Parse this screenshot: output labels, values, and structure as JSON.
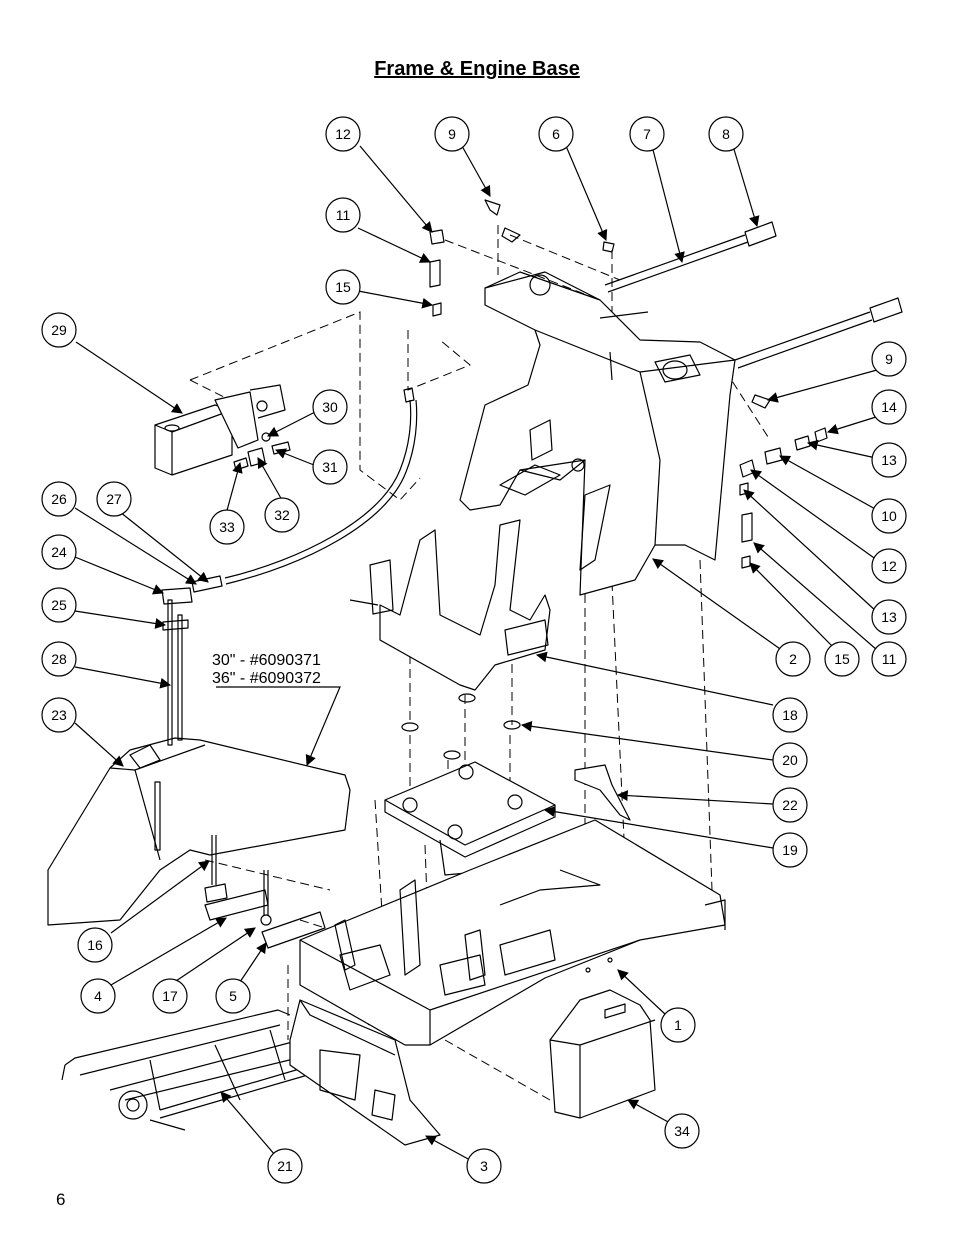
{
  "title": "Frame & Engine Base",
  "page_number": "6",
  "size_note": {
    "line1": "30\" - #6090371",
    "line2": "36\" - #6090372"
  },
  "callouts": [
    {
      "id": "c12a",
      "label": "12"
    },
    {
      "id": "c9a",
      "label": "9"
    },
    {
      "id": "c6",
      "label": "6"
    },
    {
      "id": "c7",
      "label": "7"
    },
    {
      "id": "c8",
      "label": "8"
    },
    {
      "id": "c11a",
      "label": "11"
    },
    {
      "id": "c15a",
      "label": "15"
    },
    {
      "id": "c29",
      "label": "29"
    },
    {
      "id": "c30",
      "label": "30"
    },
    {
      "id": "c31",
      "label": "31"
    },
    {
      "id": "c9b",
      "label": "9"
    },
    {
      "id": "c14",
      "label": "14"
    },
    {
      "id": "c13a",
      "label": "13"
    },
    {
      "id": "c10",
      "label": "10"
    },
    {
      "id": "c26",
      "label": "26"
    },
    {
      "id": "c27",
      "label": "27"
    },
    {
      "id": "c33",
      "label": "33"
    },
    {
      "id": "c32",
      "label": "32"
    },
    {
      "id": "c12b",
      "label": "12"
    },
    {
      "id": "c13b",
      "label": "13"
    },
    {
      "id": "c24",
      "label": "24"
    },
    {
      "id": "c25",
      "label": "25"
    },
    {
      "id": "c28",
      "label": "28"
    },
    {
      "id": "c2",
      "label": "2"
    },
    {
      "id": "c15b",
      "label": "15"
    },
    {
      "id": "c11b",
      "label": "11"
    },
    {
      "id": "c18",
      "label": "18"
    },
    {
      "id": "c23",
      "label": "23"
    },
    {
      "id": "c20",
      "label": "20"
    },
    {
      "id": "c22",
      "label": "22"
    },
    {
      "id": "c19",
      "label": "19"
    },
    {
      "id": "c16",
      "label": "16"
    },
    {
      "id": "c4",
      "label": "4"
    },
    {
      "id": "c17",
      "label": "17"
    },
    {
      "id": "c5",
      "label": "5"
    },
    {
      "id": "c1",
      "label": "1"
    },
    {
      "id": "c34",
      "label": "34"
    },
    {
      "id": "c21",
      "label": "21"
    },
    {
      "id": "c3",
      "label": "3"
    }
  ]
}
